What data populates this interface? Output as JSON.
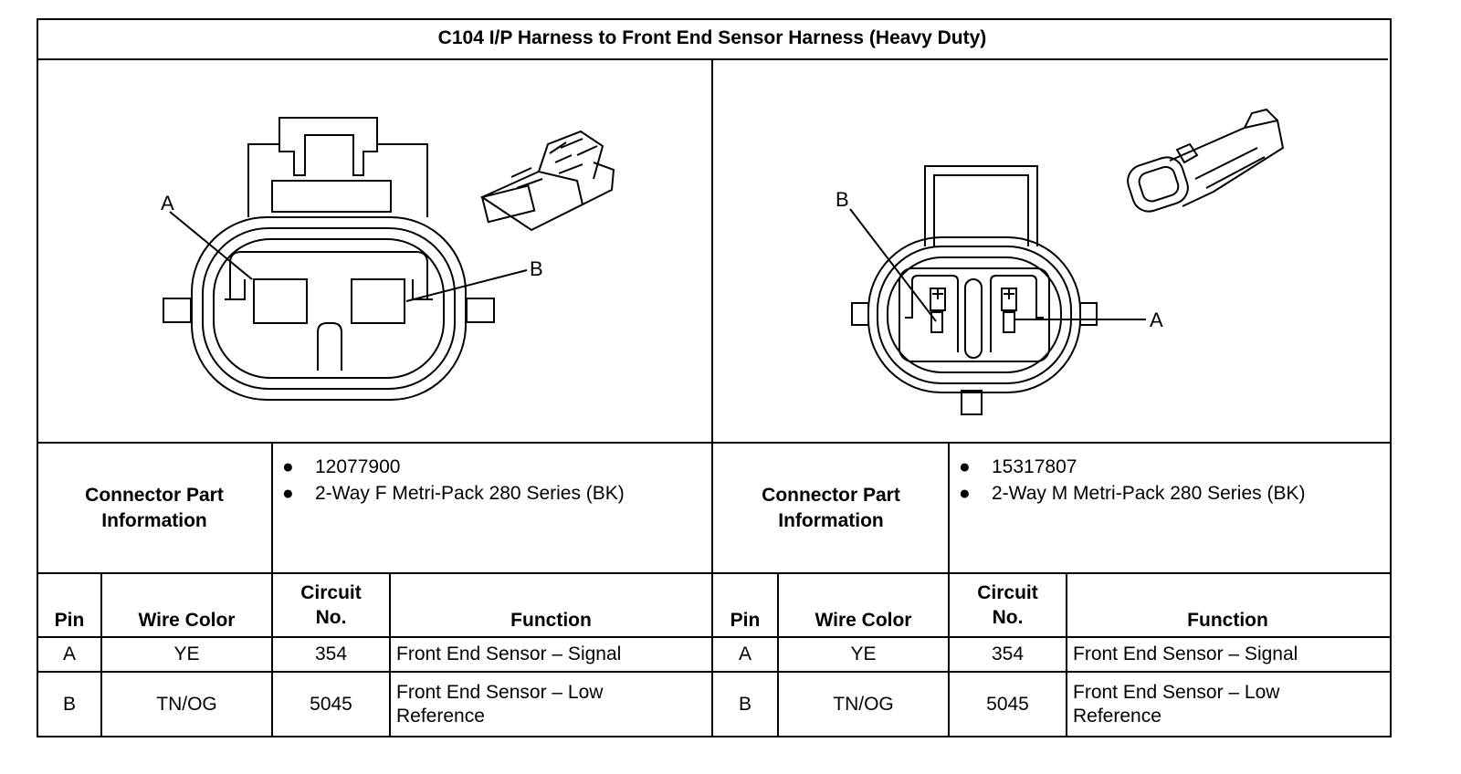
{
  "title": "C104 I/P Harness to Front End Sensor Harness (Heavy Duty)",
  "left": {
    "diagram_labels": {
      "pin_a": "A",
      "pin_b": "B"
    },
    "connector_part_label": "Connector Part Information",
    "part_info": [
      "12077900",
      "2-Way F Metri-Pack 280 Series (BK)"
    ],
    "headers": {
      "pin": "Pin",
      "wire_color": "Wire Color",
      "circuit": "Circuit No.",
      "function": "Function"
    },
    "rows": [
      {
        "pin": "A",
        "wire_color": "YE",
        "circuit": "354",
        "function": "Front End Sensor – Signal"
      },
      {
        "pin": "B",
        "wire_color": "TN/OG",
        "circuit": "5045",
        "function": "Front End Sensor – Low Reference"
      }
    ]
  },
  "right": {
    "diagram_labels": {
      "pin_a": "A",
      "pin_b": "B"
    },
    "connector_part_label": "Connector Part Information",
    "part_info": [
      "15317807",
      "2-Way M Metri-Pack 280 Series (BK)"
    ],
    "headers": {
      "pin": "Pin",
      "wire_color": "Wire Color",
      "circuit": "Circuit No.",
      "function": "Function"
    },
    "rows": [
      {
        "pin": "A",
        "wire_color": "YE",
        "circuit": "354",
        "function": "Front End Sensor – Signal"
      },
      {
        "pin": "B",
        "wire_color": "TN/OG",
        "circuit": "5045",
        "function": "Front End Sensor – Low Reference"
      }
    ]
  }
}
